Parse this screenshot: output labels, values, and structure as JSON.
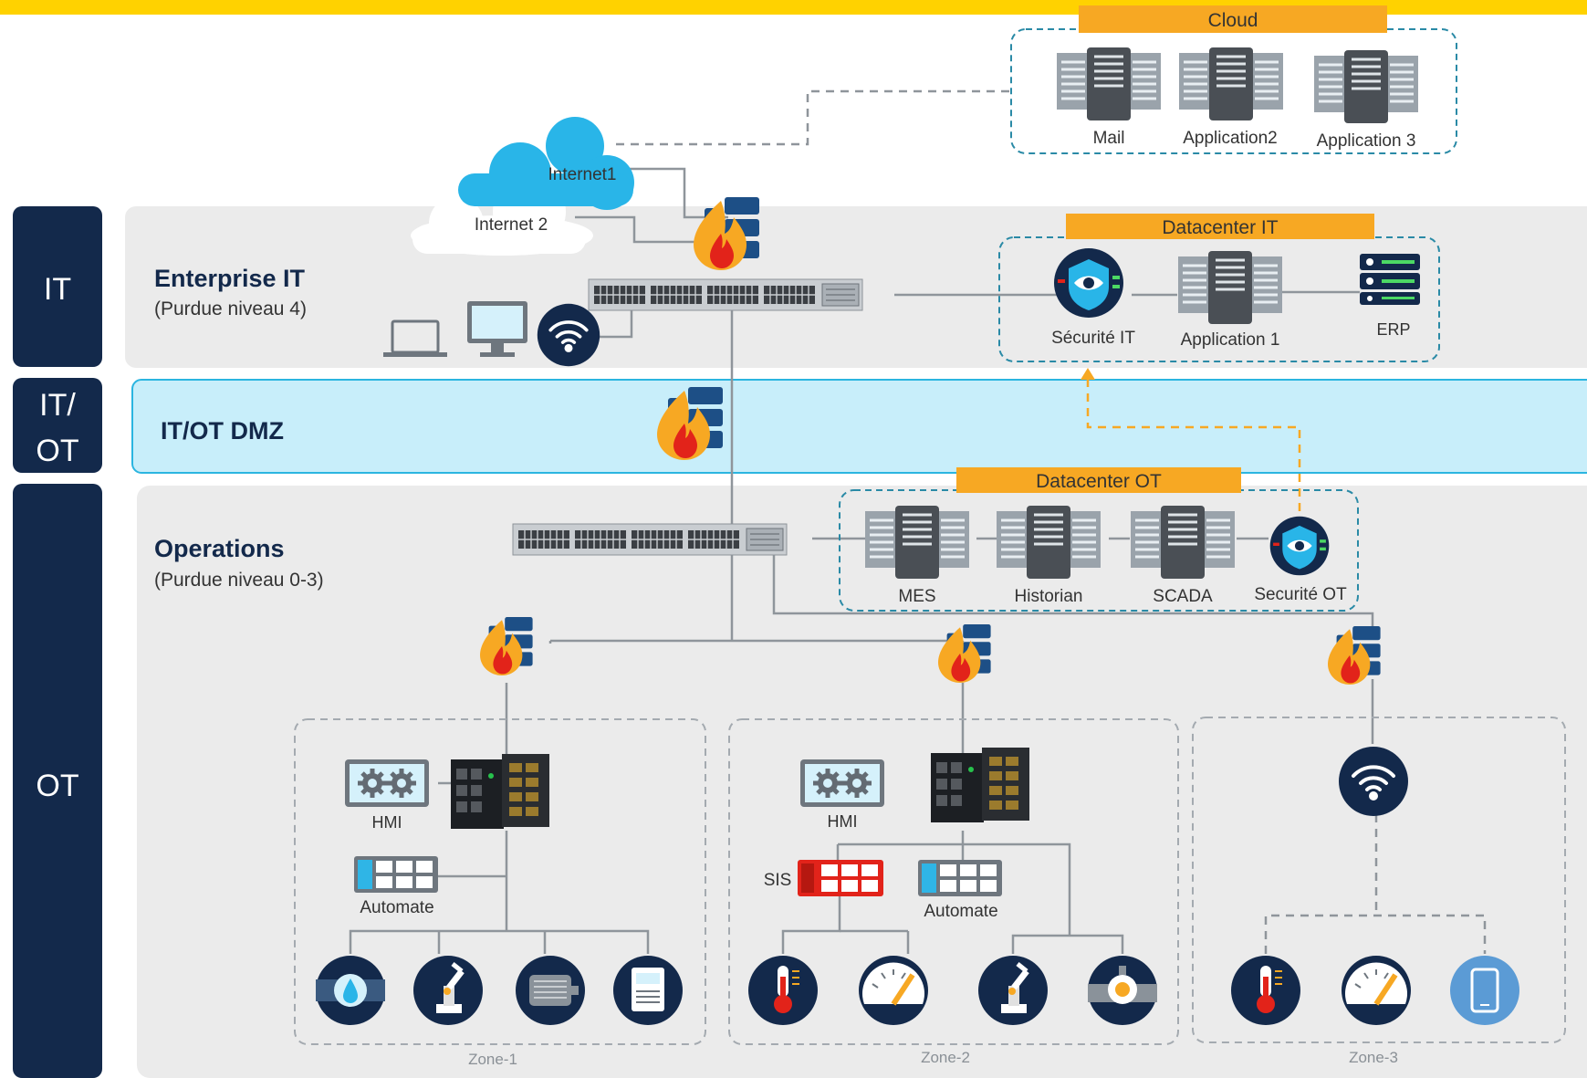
{
  "side_labels": {
    "it": "IT",
    "itot_line1": "IT/",
    "itot_line2": "OT",
    "ot": "OT"
  },
  "enterprise": {
    "title": "Enterprise IT",
    "subtitle": "(Purdue niveau 4)"
  },
  "dmz": {
    "title": "IT/OT DMZ"
  },
  "operations": {
    "title": "Operations",
    "subtitle": "(Purdue niveau 0-3)"
  },
  "cloud": {
    "header": "Cloud",
    "servers": [
      "Mail",
      "Application2",
      "Application 3"
    ]
  },
  "internet": {
    "cloud1": "Internet1",
    "cloud2": "Internet 2"
  },
  "datacenter_it": {
    "header": "Datacenter IT",
    "security": "Sécurité IT",
    "app": "Application 1",
    "erp": "ERP"
  },
  "datacenter_ot": {
    "header": "Datacenter OT",
    "mes": "MES",
    "historian": "Historian",
    "scada": "SCADA",
    "security": "Securité OT"
  },
  "zone1": {
    "label": "Zone-1",
    "hmi": "HMI",
    "plc": "Automate"
  },
  "zone2": {
    "label": "Zone-2",
    "hmi": "HMI",
    "sis": "SIS",
    "plc": "Automate"
  },
  "zone3": {
    "label": "Zone-3"
  },
  "colors": {
    "navy": "#13294b",
    "orange": "#f7a823",
    "yellow": "#ffd200",
    "dmz": "#c8eefa",
    "dmz_border": "#2bb5e0",
    "panel": "#ebebeb",
    "cloud_blue": "#29b5e8",
    "red": "#e2231a"
  }
}
